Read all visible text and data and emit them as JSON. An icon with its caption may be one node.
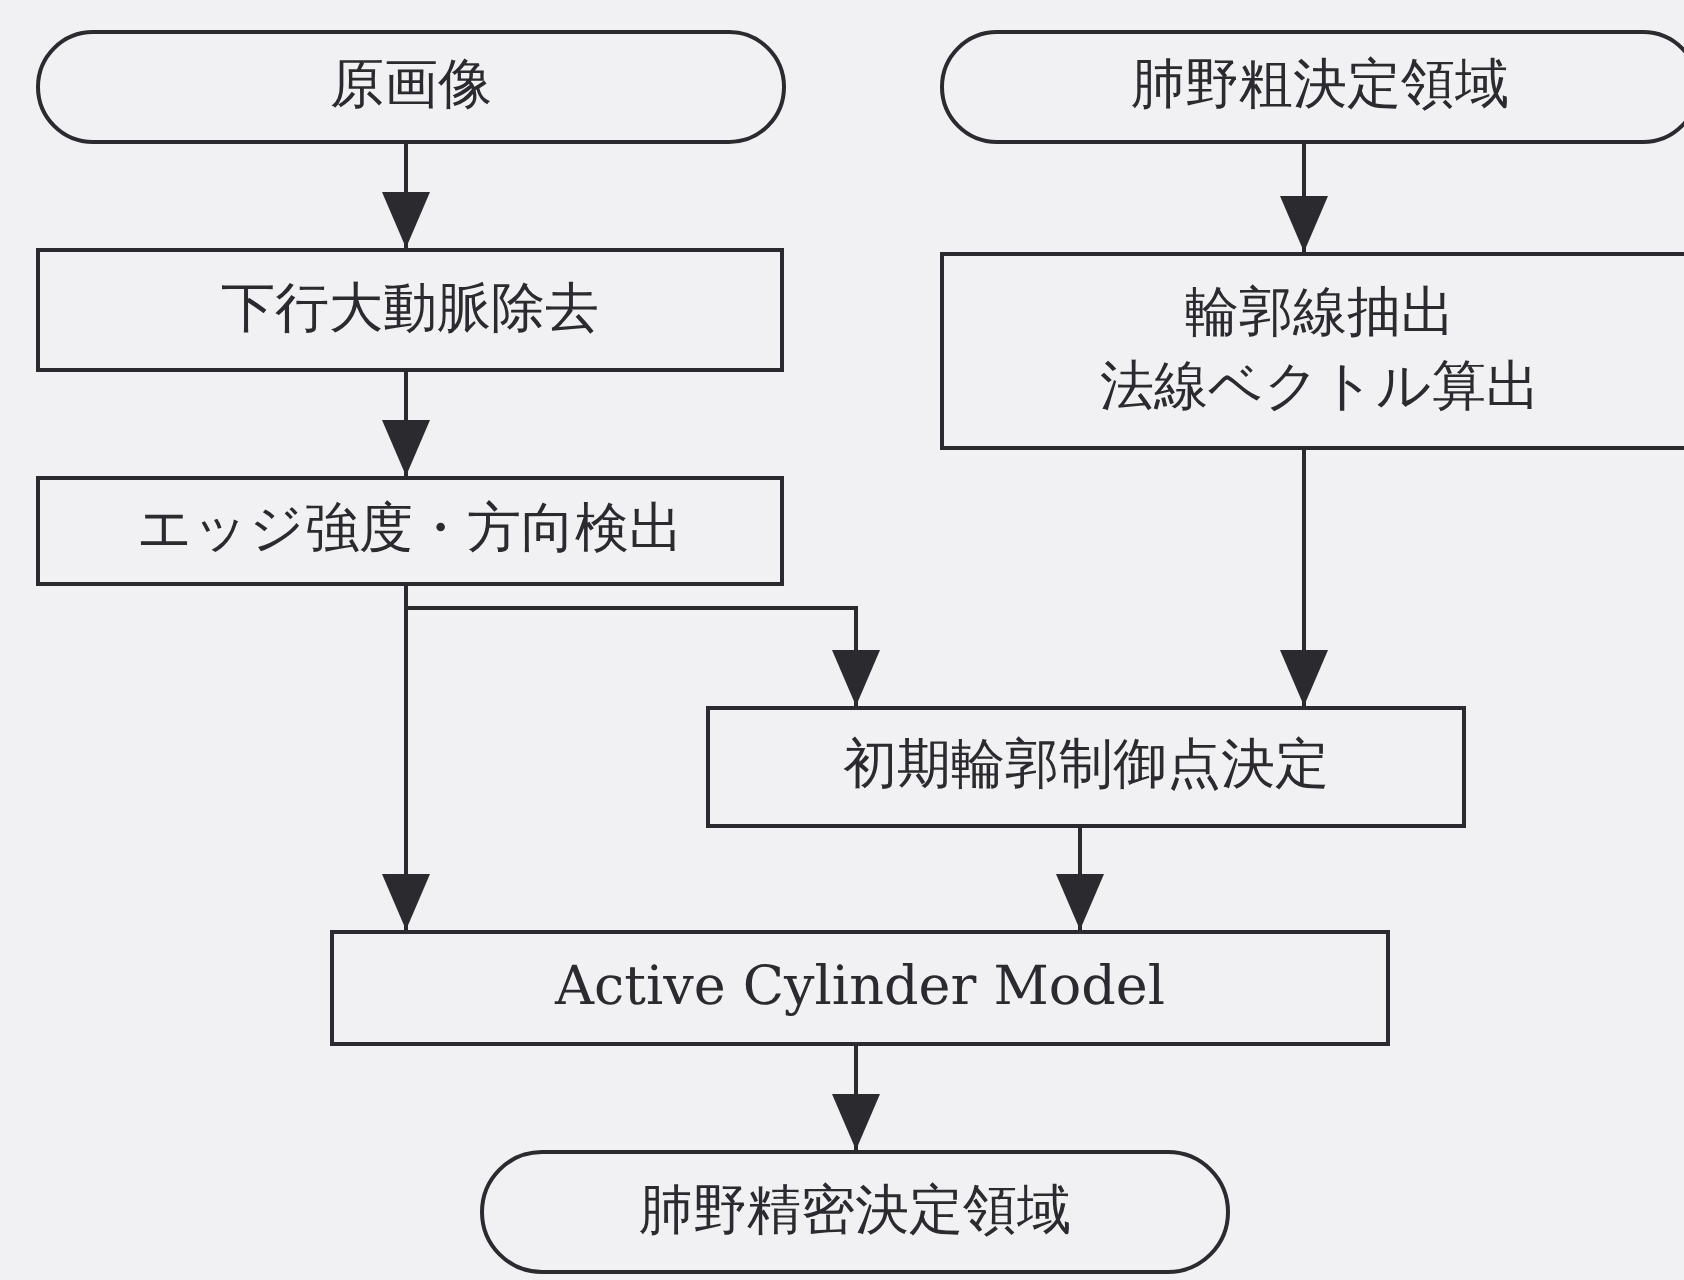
{
  "diagram": {
    "nodes": [
      {
        "text": [
          "原画像"
        ]
      },
      {
        "text": [
          "肺野粗決定領域"
        ]
      },
      {
        "text": [
          "下行大動脈除去"
        ]
      },
      {
        "text": [
          "輪郭線抽出",
          "法線ベクトル算出"
        ]
      },
      {
        "text": [
          "エッジ強度・方向検出"
        ]
      },
      {
        "text": [
          "初期輪郭制御点決定"
        ]
      },
      {
        "text": [
          "Active Cylinder Model"
        ]
      },
      {
        "text": [
          "肺野精密決定領域"
        ]
      }
    ],
    "edges": [
      {
        "from": 0,
        "to": 2,
        "arrow": "to"
      },
      {
        "from": 2,
        "to": 4,
        "arrow": "to"
      },
      {
        "from": 4,
        "to": 6,
        "arrow": "to"
      },
      {
        "from": 4,
        "to": 5,
        "arrow": "to"
      },
      {
        "from": 1,
        "to": 3,
        "arrow": "to"
      },
      {
        "from": 3,
        "to": 5,
        "arrow": "to"
      },
      {
        "from": 5,
        "to": 6,
        "arrow": "to"
      },
      {
        "from": 6,
        "to": 7,
        "arrow": "to"
      }
    ]
  }
}
